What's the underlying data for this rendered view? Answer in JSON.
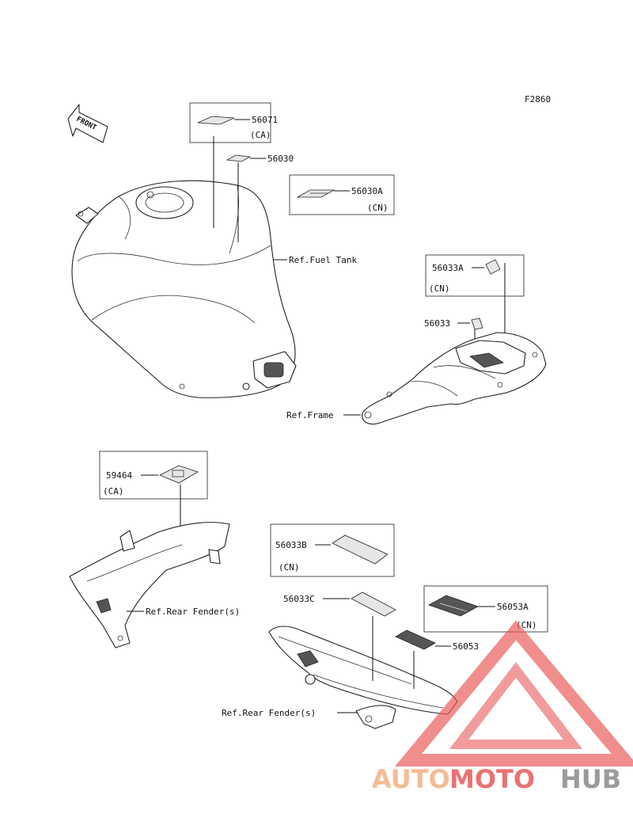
{
  "figure_code": "F2860",
  "front_arrow_label": "FRONT",
  "parts": {
    "p56071": "56071",
    "p56071_region": "(CA)",
    "p56030": "56030",
    "p56030A": "56030A",
    "p56030A_region": "(CN)",
    "p56033A": "56033A",
    "p56033A_region": "(CN)",
    "p56033": "56033",
    "p59464": "59464",
    "p59464_region": "(CA)",
    "p56033B": "56033B",
    "p56033B_region": "(CN)",
    "p56033C": "56033C",
    "p56053A": "56053A",
    "p56053A_region": "(CN)",
    "p56053": "56053"
  },
  "refs": {
    "fuel_tank": "Ref.Fuel Tank",
    "frame": "Ref.Frame",
    "rear_fender_1": "Ref.Rear Fender(s)",
    "rear_fender_2": "Ref.Rear Fender(s)"
  },
  "watermark": {
    "part1": "AUTO",
    "part2": "MOTO",
    "part3": "HUB",
    "color_light": "#f4b183",
    "color_red": "#e8595a",
    "color_gray": "#8a8a8a"
  }
}
